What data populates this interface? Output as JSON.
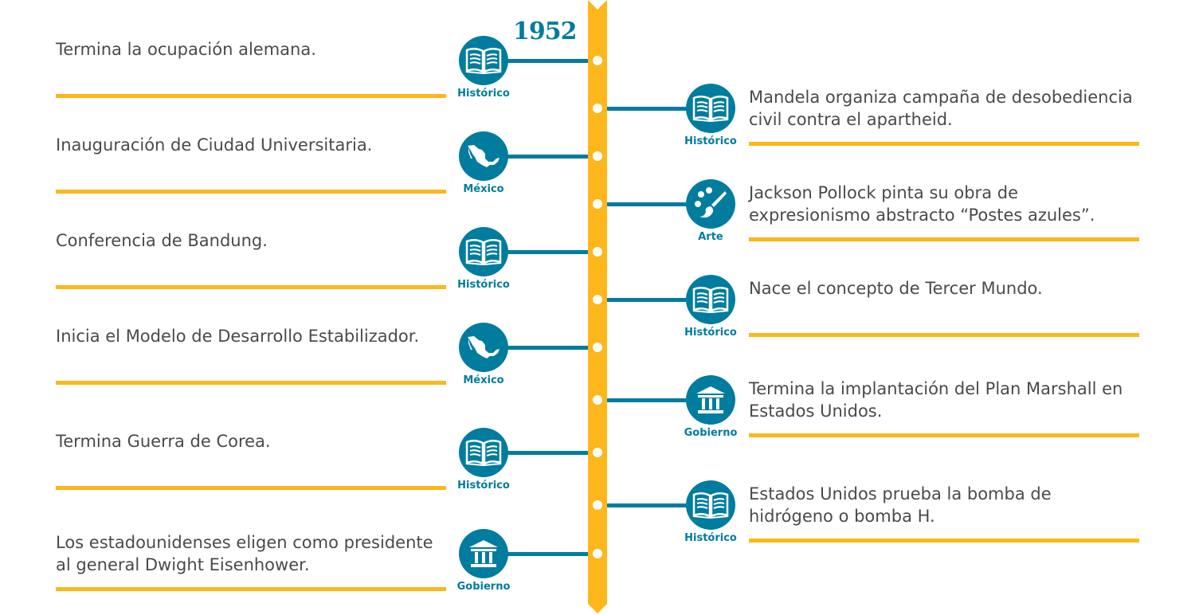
{
  "year": "1952",
  "colors": {
    "teal": "#007c9e",
    "yellow": "#fdb71a",
    "text": "#4a4a4a"
  },
  "events": [
    {
      "side": "left",
      "text": "Termina la ocupación alemana.",
      "category": "Histórico",
      "icon": "book-icon"
    },
    {
      "side": "right",
      "text": "Mandela organiza campaña de desobediencia civil contra el apartheid.",
      "category": "Histórico",
      "icon": "book-icon"
    },
    {
      "side": "left",
      "text": "Inauguración de Ciudad Universitaria.",
      "category": "México",
      "icon": "mexico-map-icon"
    },
    {
      "side": "right",
      "text": "Jackson Pollock pinta su obra de expresionismo abstracto “Postes azules”.",
      "category": "Arte",
      "icon": "palette-icon"
    },
    {
      "side": "left",
      "text": "Conferencia de Bandung.",
      "category": "Histórico",
      "icon": "book-icon"
    },
    {
      "side": "right",
      "text": "Nace el concepto de Tercer Mundo.",
      "category": "Histórico",
      "icon": "book-icon"
    },
    {
      "side": "left",
      "text": "Inicia el Modelo de Desarrollo Estabilizador.",
      "category": "México",
      "icon": "mexico-map-icon"
    },
    {
      "side": "right",
      "text": "Termina la implantación del Plan Marshall en Estados Unidos.",
      "category": "Gobierno",
      "icon": "government-building-icon"
    },
    {
      "side": "left",
      "text": "Termina Guerra de Corea.",
      "category": "Histórico",
      "icon": "book-icon"
    },
    {
      "side": "right",
      "text": "Estados Unidos prueba la bomba de hidrógeno o bomba H.",
      "category": "Histórico",
      "icon": "book-icon"
    },
    {
      "side": "left",
      "text": "Los estadounidenses eligen como presidente al general Dwight Eisenhower.",
      "category": "Gobierno",
      "icon": "government-building-icon"
    }
  ]
}
